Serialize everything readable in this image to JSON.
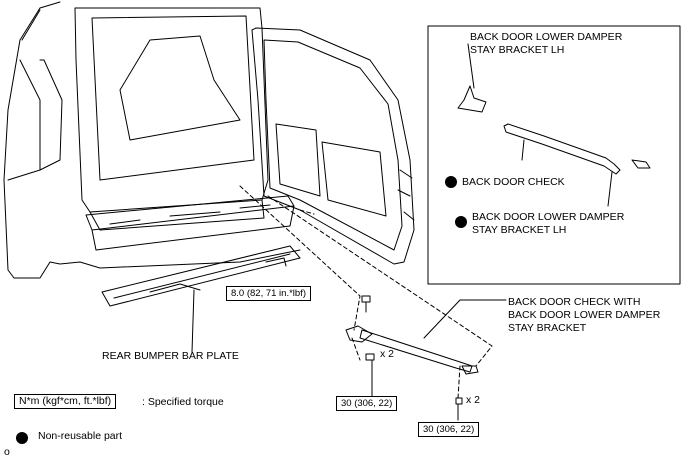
{
  "labels": {
    "lower_bracket_top_l1": "BACK DOOR LOWER DAMPER",
    "lower_bracket_top_l2": "STAY BRACKET LH",
    "back_door_check": "BACK DOOR CHECK",
    "lower_bracket_mid_l1": "BACK DOOR LOWER DAMPER",
    "lower_bracket_mid_l2": "STAY BRACKET LH",
    "assembly_l1": "BACK DOOR CHECK WITH",
    "assembly_l2": "BACK DOOR LOWER DAMPER",
    "assembly_l3": "STAY BRACKET",
    "rear_bumper": "REAR BUMPER BAR PLATE"
  },
  "torque": {
    "upper_bolt": "8.0 (82, 71 in.*lbf)",
    "left_bolts": "30 (306, 22)",
    "right_bolts": "30 (306, 22)"
  },
  "multipliers": {
    "left": "x 2",
    "right": "x 2"
  },
  "legend": {
    "torque_unit": "N*m (kgf*cm, ft.*lbf)",
    "torque_desc": ": Specified torque",
    "non_reusable": "Non-reusable part"
  },
  "corner_mark": "o"
}
